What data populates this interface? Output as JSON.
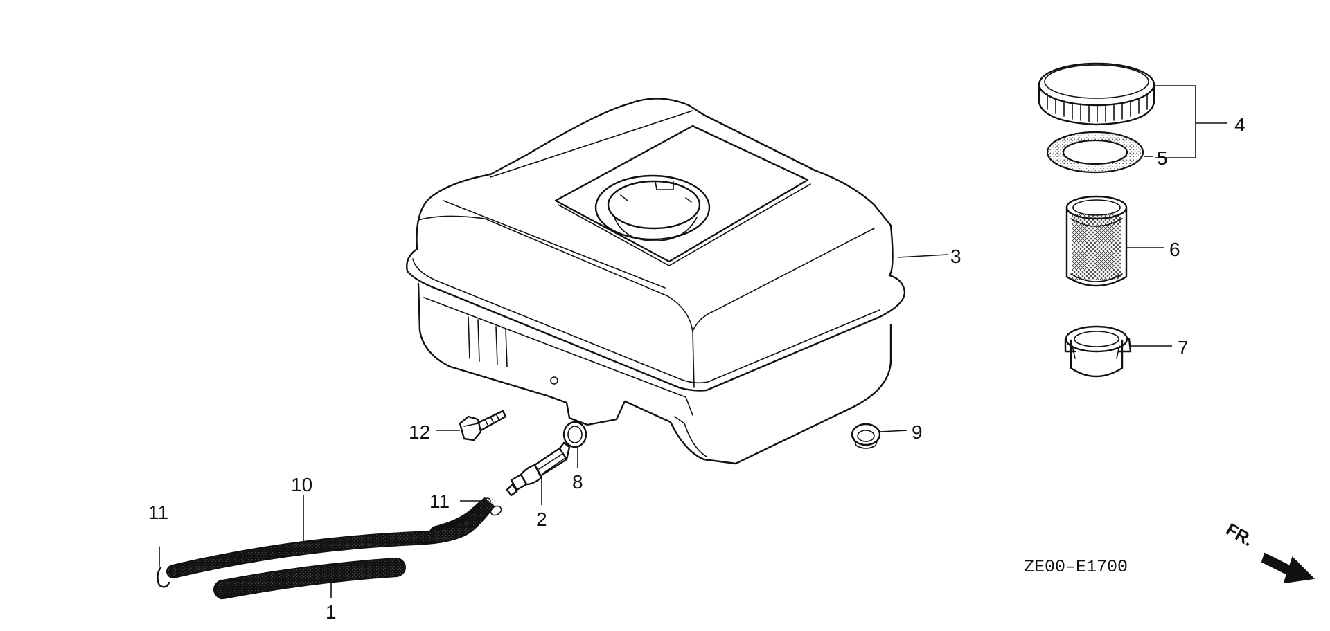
{
  "callouts": {
    "c1": "1",
    "c2": "2",
    "c3": "3",
    "c4": "4",
    "c5": "5",
    "c6": "6",
    "c7": "7",
    "c8": "8",
    "c9": "9",
    "c10": "10",
    "c11a": "11",
    "c11b": "11",
    "c12": "12"
  },
  "diagram_code": "ZE00–E1700",
  "front_label": "FR."
}
